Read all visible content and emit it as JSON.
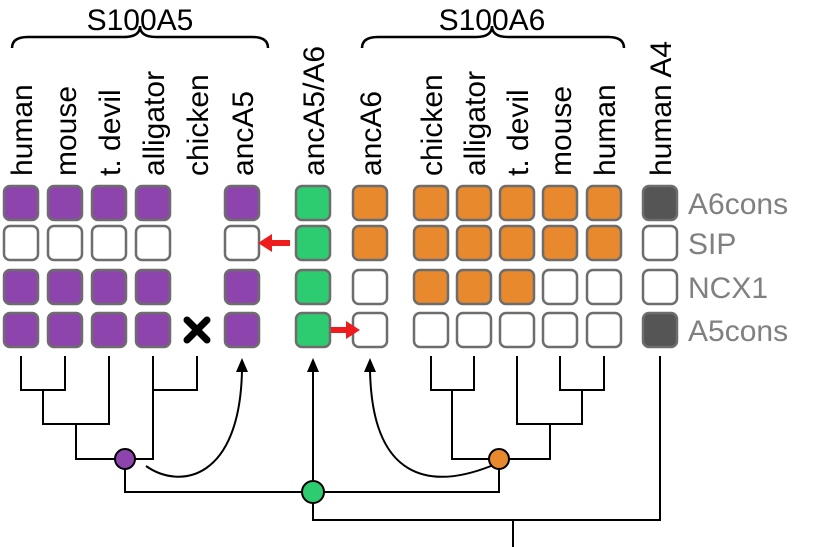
{
  "groups": {
    "s100a5": "S100A5",
    "s100a6": "S100A6"
  },
  "columns": [
    {
      "label": "human",
      "fill": [
        "P",
        "W",
        "P",
        "P"
      ]
    },
    {
      "label": "mouse",
      "fill": [
        "P",
        "W",
        "P",
        "P"
      ]
    },
    {
      "label": "t. devil",
      "fill": [
        "P",
        "W",
        "P",
        "P"
      ]
    },
    {
      "label": "alligator",
      "fill": [
        "P",
        "W",
        "P",
        "P"
      ]
    },
    {
      "label": "chicken",
      "fill": [
        "-",
        "-",
        "-",
        "X"
      ]
    },
    {
      "label": "ancA5",
      "fill": [
        "P",
        "W",
        "P",
        "P"
      ]
    },
    {
      "label": "ancA5/A6",
      "fill": [
        "G",
        "G",
        "G",
        "G"
      ]
    },
    {
      "label": "ancA6",
      "fill": [
        "O",
        "O",
        "W",
        "W"
      ]
    },
    {
      "label": "chicken",
      "fill": [
        "O",
        "O",
        "O",
        "W"
      ]
    },
    {
      "label": "alligator",
      "fill": [
        "O",
        "O",
        "O",
        "W"
      ]
    },
    {
      "label": "t. devil",
      "fill": [
        "O",
        "O",
        "O",
        "W"
      ]
    },
    {
      "label": "mouse",
      "fill": [
        "O",
        "O",
        "W",
        "W"
      ]
    },
    {
      "label": "human",
      "fill": [
        "O",
        "O",
        "W",
        "W"
      ]
    },
    {
      "label": "human A4",
      "fill": [
        "K",
        "W",
        "W",
        "K"
      ]
    }
  ],
  "rows": [
    "A6cons",
    "SIP",
    "NCX1",
    "A5cons"
  ],
  "colors": {
    "P": "#8e44ad",
    "G": "#2ecc71",
    "O": "#e8892d",
    "K": "#555555",
    "W": "#ffffff",
    "border": "#6d6d6d",
    "arrow": "#ee1c1c",
    "rowLabel": "#808080"
  }
}
